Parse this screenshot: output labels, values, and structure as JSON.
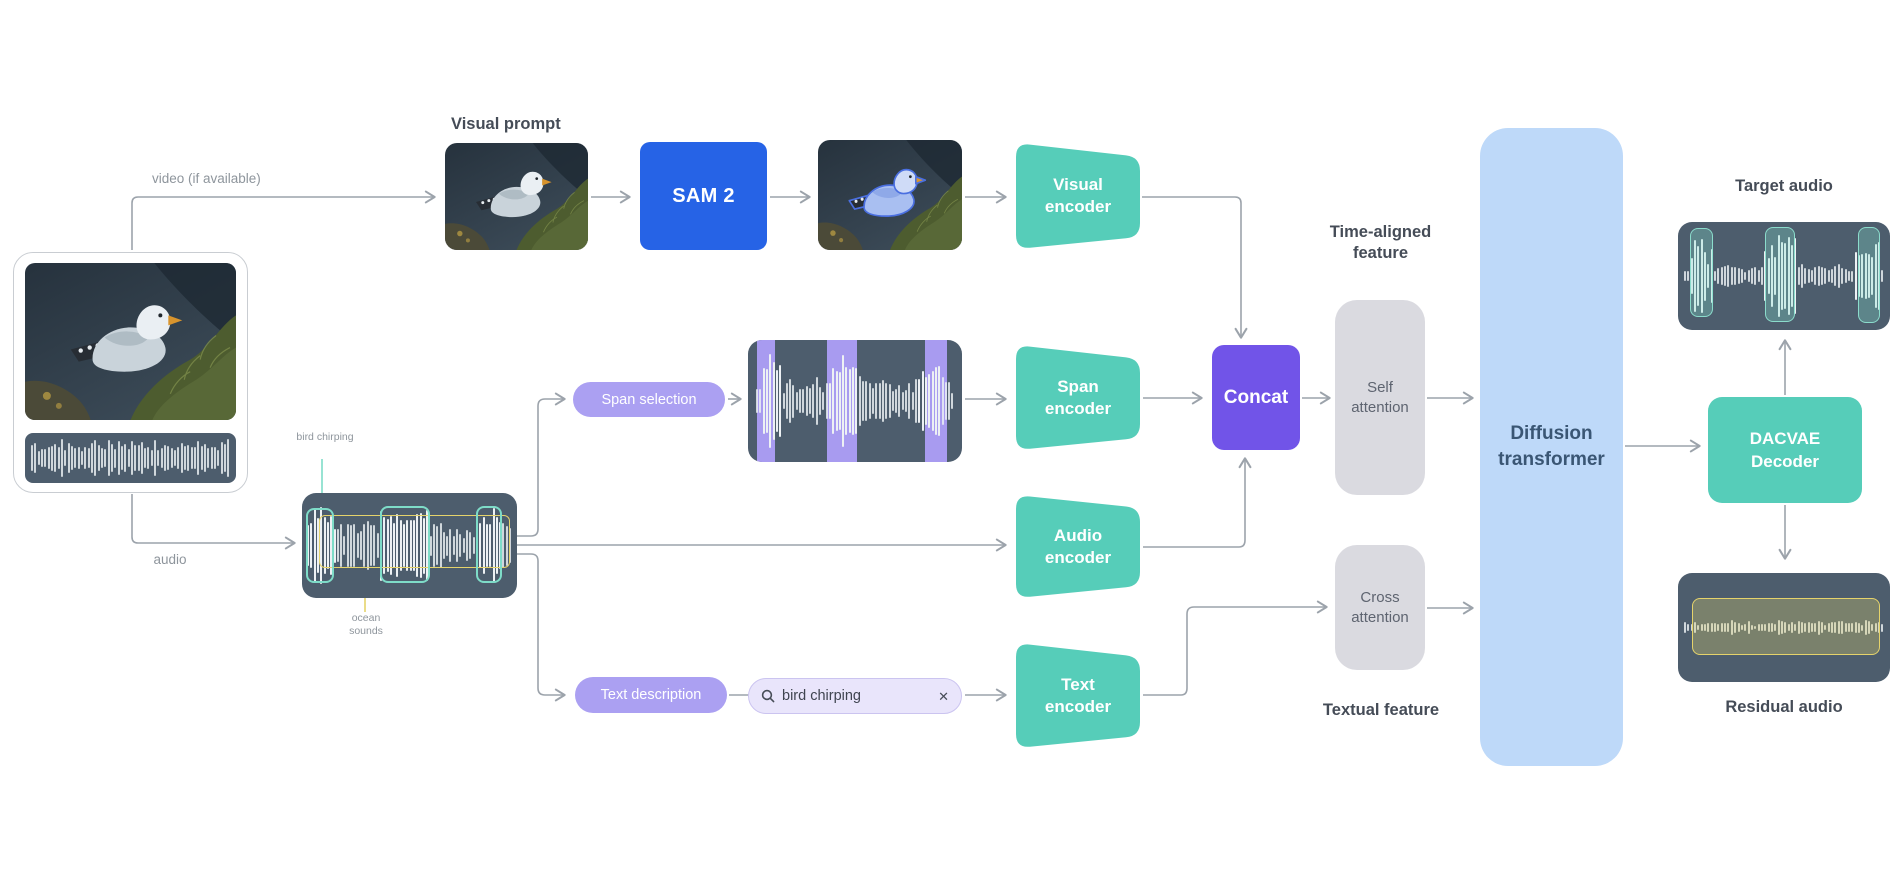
{
  "labels": {
    "visual_prompt": "Visual prompt",
    "video_edge": "video (if available)",
    "audio_edge": "audio",
    "bird_chirping": "bird chirping",
    "ocean_sounds": "ocean sounds",
    "time_aligned_feature": "Time-aligned feature",
    "textual_feature": "Textual feature",
    "target_audio": "Target audio",
    "residual_audio": "Residual audio"
  },
  "nodes": {
    "sam2": "SAM 2",
    "visual_encoder": "Visual encoder",
    "span_selection": "Span selection",
    "span_encoder": "Span encoder",
    "audio_encoder": "Audio encoder",
    "text_description": "Text description",
    "text_encoder": "Text encoder",
    "concat": "Concat",
    "self_attention": "Self attention",
    "cross_attention": "Cross attention",
    "diffusion_transformer": "Diffusion transformer",
    "dacvae_decoder": "DACVAE Decoder"
  },
  "text_input": {
    "value": "bird chirping",
    "clear_icon": "✕"
  },
  "colors": {
    "teal": "#56CDB9",
    "blue": "#2663E6",
    "purple": "#7154E8",
    "lavender": "#ABA0F2",
    "lavenderlight": "#E9E5FB",
    "slate": "#4D5D6D",
    "lightblue": "#BED9F9",
    "graybox": "#DADAE0",
    "line": "#9CA3AB",
    "yellow": "#E5D36B",
    "tealoutline": "#7EDCC8",
    "bandpurple": "#A89BF0",
    "labeldark": "#454C57",
    "labelgray": "#8E959C"
  }
}
